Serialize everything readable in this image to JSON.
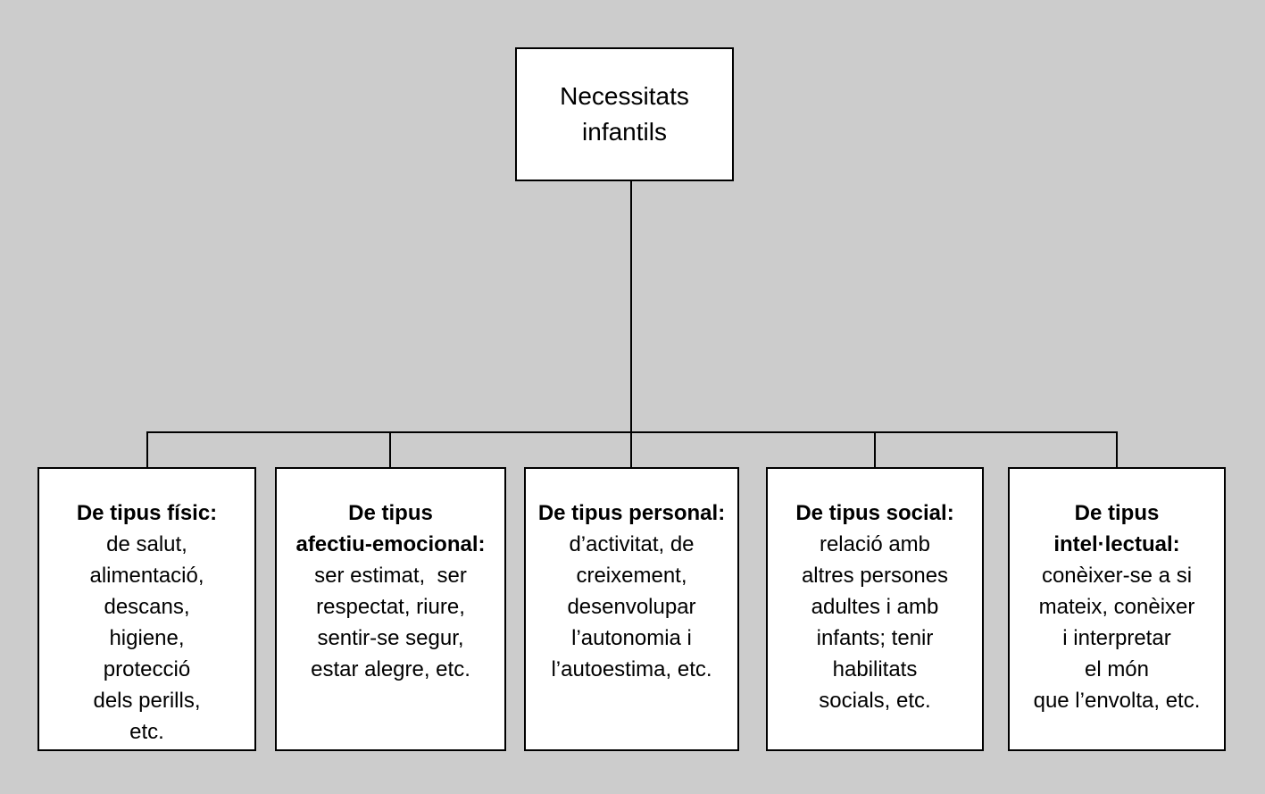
{
  "diagram": {
    "language": "Catalan",
    "background_color": "#cccccc",
    "box_background_color": "#ffffff",
    "line_color": "#000000",
    "root": {
      "title": "Necessitats\ninfantils"
    },
    "children": [
      {
        "id": "fisic",
        "title": "De tipus físic:",
        "body": "de salut,\nalimentació,\ndescans,\nhigiene,\nprotecció\ndels perills,\netc."
      },
      {
        "id": "afectiu-emocional",
        "title": "De tipus\nafectiu-emocional:",
        "body": "ser estimat,  ser\nrespectat, riure,\nsentir-se segur,\nestar alegre, etc."
      },
      {
        "id": "personal",
        "title": "De tipus personal:",
        "body": "d’activitat, de\ncreixement,\ndesenvolupar\nl’autonomia i\nl’autoestima, etc."
      },
      {
        "id": "social",
        "title": "De tipus social:",
        "body": "relació amb\naltres persones\nadultes i amb\ninfants; tenir\nhabilitats\nsocials, etc."
      },
      {
        "id": "intellectual",
        "title": "De tipus\nintel·lectual:",
        "body": "conèixer-se a si\nmateix, conèixer\ni interpretar\nel món\nque l’envolta, etc."
      }
    ]
  }
}
